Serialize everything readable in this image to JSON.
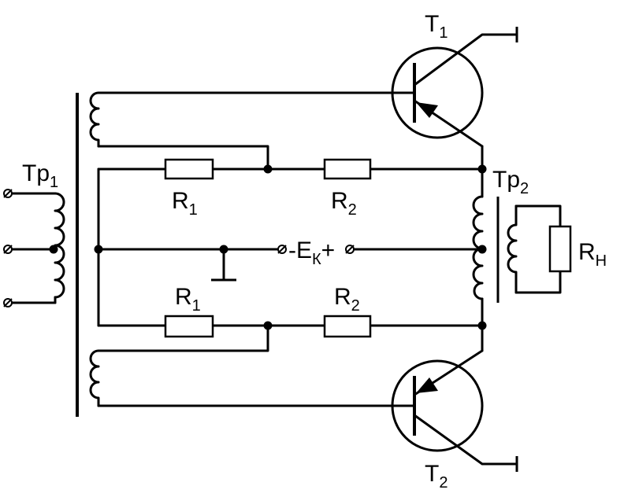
{
  "labels": {
    "tr1": {
      "main": "Tp",
      "sub": "1"
    },
    "tr2": {
      "main": "Tp",
      "sub": "2"
    },
    "t1": {
      "main": "T",
      "sub": "1"
    },
    "t2": {
      "main": "T",
      "sub": "2"
    },
    "r1_top": {
      "main": "R",
      "sub": "1"
    },
    "r2_top": {
      "main": "R",
      "sub": "2"
    },
    "r1_bot": {
      "main": "R",
      "sub": "1"
    },
    "r2_bot": {
      "main": "R",
      "sub": "2"
    },
    "rload": {
      "main": "R",
      "sub": "Н"
    },
    "supply": {
      "minus_e": "-E",
      "sub": "К",
      "plus": "+"
    }
  }
}
